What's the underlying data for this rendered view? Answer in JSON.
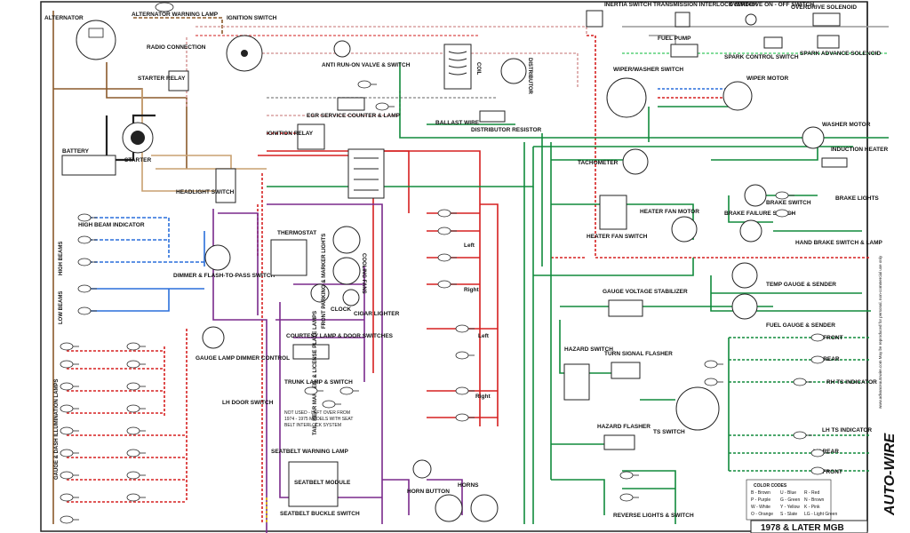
{
  "colors": {
    "brown": "#8b5a2b",
    "red": "#d62020",
    "green": "#118a3c",
    "blue": "#2a6fdb",
    "purple": "#7a2a8c",
    "black": "#222222",
    "white_dash": "#d8a0a0",
    "yellow": "#e6c200",
    "tan": "#c8a070",
    "pink": "#e06aa0",
    "lightgreen": "#5ad07a",
    "grey": "#999999"
  },
  "labels": {
    "alternator": "ALTERNATOR",
    "alternator_warning": "ALTERNATOR WARNING LAMP",
    "ignition_switch": "IGNITION SWITCH",
    "radio_connection": "RADIO CONNECTION",
    "starter_relay": "STARTER RELAY",
    "starter": "STARTER",
    "battery": "BATTERY",
    "anti_run_on": "ANTI RUN-ON VALVE & SWITCH",
    "egr_service": "EGR SERVICE COUNTER & LAMP",
    "ignition_relay": "IGNITION RELAY",
    "headlight_switch": "HEADLIGHT SWITCH",
    "high_beam_indicator": "HIGH BEAM INDICATOR",
    "high_beams": "HIGH BEAMS",
    "low_beams": "LOW BEAMS",
    "dimmer": "DIMMER & FLASH-TO-PASS SWITCH",
    "thermostat": "THERMOSTAT",
    "cooling_fans": "COOLING FANS",
    "clock": "CLOCK",
    "cigar_lighter": "CIGAR LIGHTER",
    "courtesy_lamp": "COURTESY LAMP & DOOR SWITCHES",
    "trunk_lamp": "TRUNK LAMP & SWITCH",
    "lh_door_switch": "LH DOOR SWITCH",
    "gauge_dimmer": "GAUGE LAMP DIMMER CONTROL",
    "gauge_dash_lamps": "GAUGE & DASH ILLUMINATION LAMPS",
    "not_used_1": "NOT USED - LEFT OVER FROM",
    "not_used_2": "1974 - 1975 MODELS WITH SEAT",
    "not_used_3": "BELT INTERLOCK SYSTEM",
    "seatbelt_warning": "SEATBELT WARNING LAMP",
    "seatbelt_module": "SEATBELT MODULE",
    "seatbelt_buckle": "SEATBELT BUCKLE SWITCH",
    "horn_button": "HORN BUTTON",
    "horns": "HORNS",
    "front_parking": "FRONT PARKING & MARKER LIGHTS",
    "tail_rear": "TAIL, REAR MARKER, & LICENSE PLATE LAMPS",
    "left": "Left",
    "right": "Right",
    "coil": "COIL",
    "distributor": "DISTRIBUTOR",
    "ballast_wire": "BALLAST WIRE",
    "distributor_resistor": "DISTRIBUTOR RESISTOR",
    "inertia_switch": "INERTIA SWITCH",
    "transmission_interlock": "TRANSMISSION INTERLOCK SWITCH",
    "overdrive_switch": "OVERDRIVE ON - OFF SWITCH",
    "overdrive_solenoid": "OVERDRIVE SOLENOID",
    "fuel_pump": "FUEL PUMP",
    "spark_control": "SPARK CONTROL SWITCH",
    "spark_advance": "SPARK ADVANCE SOLENOID",
    "wiper_washer": "WIPER/WASHER SWITCH",
    "wiper_motor": "WIPER MOTOR",
    "washer_motor": "WASHER MOTOR",
    "induction_heater": "INDUCTION HEATER",
    "tachometer": "TACHOMETER",
    "brake_switch": "BRAKE SWITCH",
    "brake_lights": "BRAKE LIGHTS",
    "heater_fan_motor": "HEATER FAN MOTOR",
    "heater_fan_switch": "HEATER FAN SWITCH",
    "brake_failure": "BRAKE FAILURE SWITCH",
    "hand_brake": "HAND BRAKE SWITCH & LAMP",
    "temp_gauge": "TEMP GAUGE & SENDER",
    "gauge_stabilizer": "GAUGE VOLTAGE STABILIZER",
    "fuel_gauge": "FUEL GAUGE & SENDER",
    "rh_front": "RH FRONT",
    "rh_rear": "RH REAR",
    "rh_ts": "RH TS INDICATOR",
    "hazard_switch": "HAZARD SWITCH",
    "turn_signal_flasher": "TURN SIGNAL FLASHER",
    "hazard_flasher": "HAZARD FLASHER",
    "ts_switch": "TS SWITCH",
    "lh_ts": "LH TS INDICATOR",
    "lh_rear": "LH REAR",
    "lh_front": "LH FRONT",
    "reverse_lights": "REVERSE LIGHTS & SWITCH",
    "title": "1978 & LATER MGB",
    "brand": "AUTO-WIRE",
    "side_note": "www.advanceautowire.com  May be reproduced for personal, non-commercial use only"
  },
  "color_codes_title": "COLOR CODES",
  "color_codes": [
    "B - Brown",
    "U - Blue",
    "R - Red",
    "P - Purple",
    "G - Green",
    "N - Brown",
    "W - White",
    "Y - Yellow",
    "K - Pink",
    "O - Orange",
    "S - Slate",
    "LG - Light Green"
  ]
}
